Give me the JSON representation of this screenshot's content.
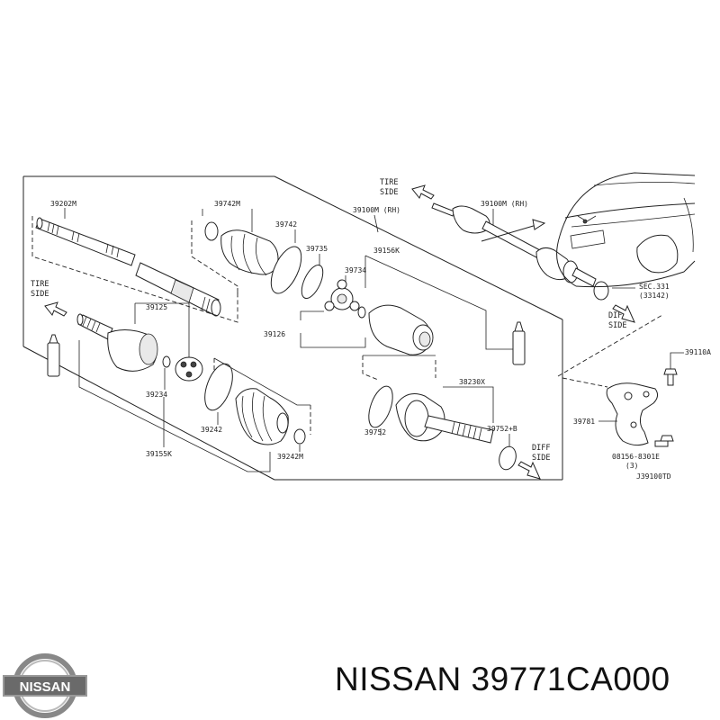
{
  "labels": {
    "p39202m": "39202M",
    "p39742m_top": "39742M",
    "p39742": "39742",
    "p39100m_rh_a": "39100M (RH)",
    "p39735": "39735",
    "p39156k": "39156K",
    "p39734": "39734",
    "p39125": "39125",
    "p39126": "39126",
    "p39234": "39234",
    "p39242": "39242",
    "p39155k": "39155K",
    "p39242m": "39242M",
    "p39752": "39752",
    "p38230x": "38230X",
    "p39752b": "39752+B",
    "p39100m_rh_b": "39100M (RH)",
    "p39110a": "39110A",
    "p39781": "39781",
    "p08156": "08156-8301E",
    "p08156_qty": "(3)",
    "sec_331": "SEC.331",
    "sec_33142": "(33142)",
    "code": "J39100TD"
  },
  "sides": {
    "tire_top_1": "TIRE",
    "tire_top_2": "SIDE",
    "tire_left_1": "TIRE",
    "tire_left_2": "SIDE",
    "diff_right_1": "DIFF",
    "diff_right_2": "SIDE",
    "diff_bottom_1": "DIFF",
    "diff_bottom_2": "SIDE"
  },
  "logo": {
    "text": "NISSAN"
  },
  "caption": {
    "text": "NISSAN 39771CA000"
  }
}
